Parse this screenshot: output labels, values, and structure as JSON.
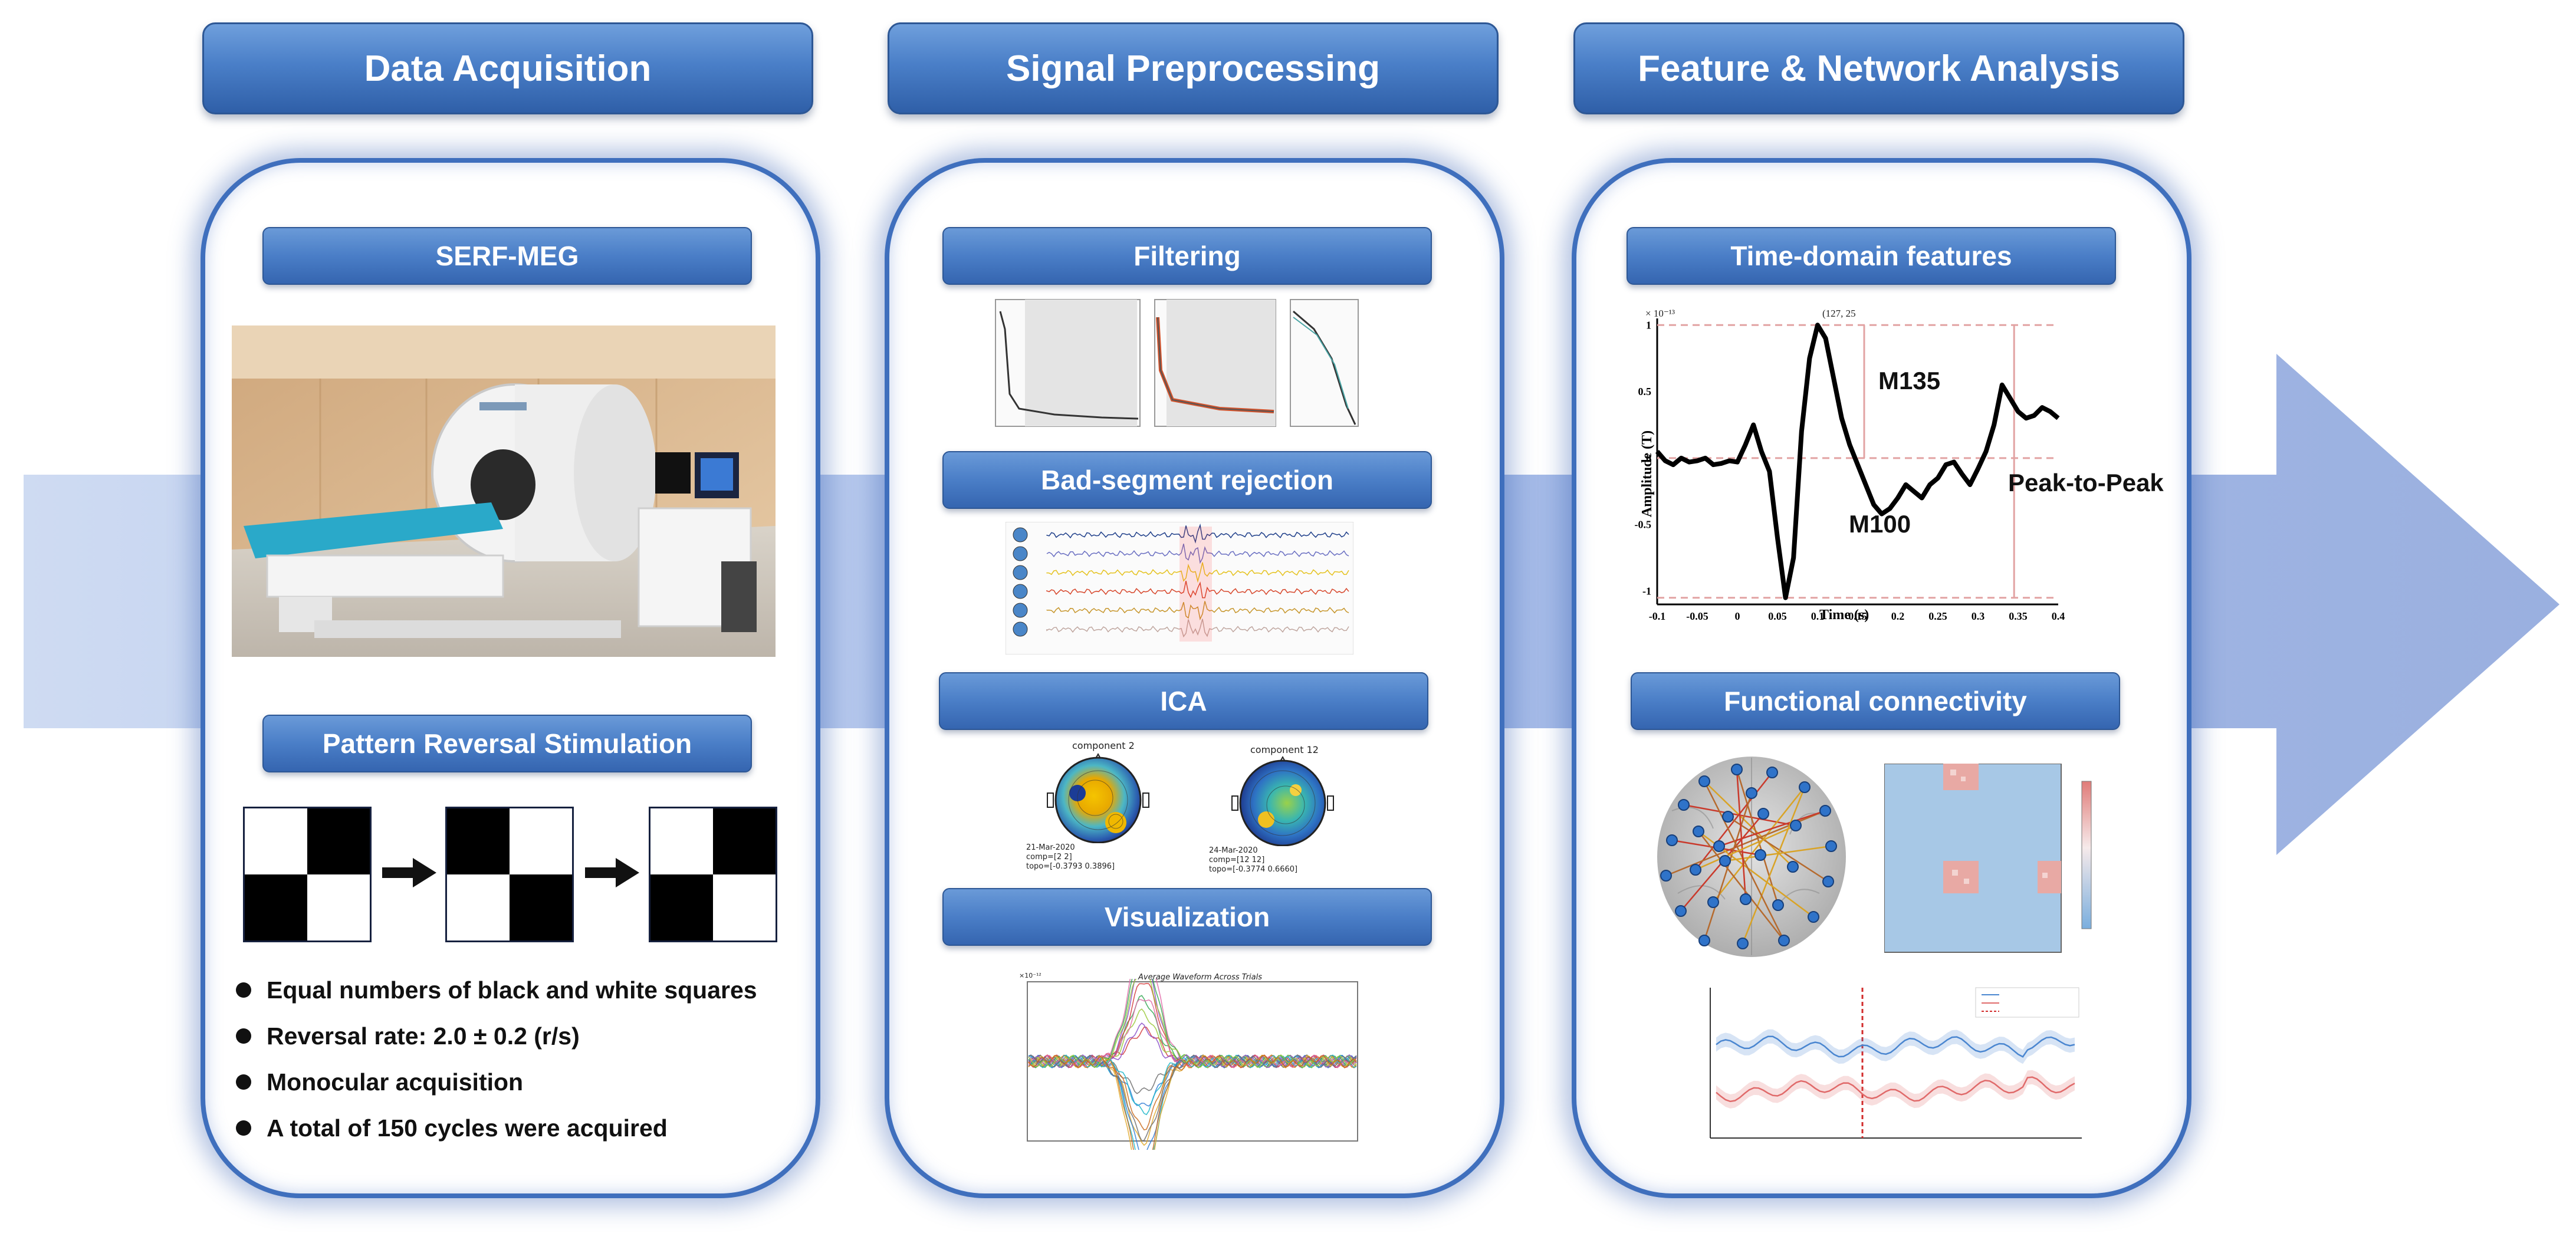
{
  "colors": {
    "header": "#4a7fc8",
    "panel_border": "#3f6fbd",
    "arrow": "#8ea9de"
  },
  "columns": [
    {
      "title": "Data Acquisition"
    },
    {
      "title": "Signal Preprocessing"
    },
    {
      "title": "Feature & Network Analysis"
    }
  ],
  "acquisition": {
    "device_label": "SERF-MEG",
    "stimulation_label": "Pattern Reversal Stimulation",
    "bullets": [
      "Equal numbers of black and white squares",
      "Reversal rate: 2.0 ± 0.2 (r/s)",
      "Monocular acquisition",
      "A total of 150 cycles were acquired"
    ]
  },
  "preprocessing": {
    "steps": [
      "Filtering",
      "Bad-segment rejection",
      "ICA",
      "Visualization"
    ],
    "ica_components": [
      {
        "title": "component 2",
        "lines": [
          "21-Mar-2020",
          "comp=[2 2]",
          "topo=[-0.3793 0.3896]"
        ]
      },
      {
        "title": "component 12",
        "lines": [
          "24-Mar-2020",
          "comp=[12 12]",
          "topo=[-0.3774 0.6660]"
        ]
      }
    ],
    "visualization_title": "Average Waveform Across Trials",
    "visualization_exponent": "×10⁻¹²"
  },
  "analysis": {
    "time_domain_label": "Time-domain features",
    "connectivity_label": "Functional connectivity",
    "waveform": {
      "ylabel": "Amplitude (T)",
      "xlabel": "Time (s)",
      "exponent": "× 10⁻¹³",
      "peak_note": "(127, 25",
      "labels": {
        "m135": "M135",
        "m100": "M100",
        "p2p": "Peak-to-Peak"
      }
    }
  },
  "chart_data": {
    "type": "line",
    "title": "",
    "xlabel": "Time (s)",
    "ylabel": "Amplitude (T)",
    "xlim": [
      -0.1,
      0.4
    ],
    "ylim": [
      -1.1,
      1.05
    ],
    "xticks": [
      "-0.1",
      "-0.05",
      "0",
      "0.05",
      "0.1",
      "0.15",
      "0.2",
      "0.25",
      "0.3",
      "0.35",
      "0.4"
    ],
    "yticks": [
      "1",
      "0.5",
      "0",
      "-0.5",
      "-1"
    ],
    "series": [
      {
        "x": [
          -0.1,
          -0.09,
          -0.08,
          -0.07,
          -0.06,
          -0.05,
          -0.04,
          -0.03,
          -0.02,
          -0.01,
          0,
          0.01,
          0.02,
          0.03,
          0.04,
          0.05,
          0.06,
          0.07,
          0.08,
          0.09,
          0.1,
          0.11,
          0.12,
          0.125,
          0.13,
          0.14,
          0.15,
          0.16,
          0.17,
          0.18,
          0.19,
          0.2,
          0.21,
          0.22,
          0.23,
          0.24,
          0.25,
          0.26,
          0.27,
          0.28,
          0.29,
          0.3,
          0.31,
          0.32,
          0.33,
          0.34,
          0.35,
          0.36,
          0.37,
          0.38,
          0.39,
          0.4
        ],
        "values": [
          0.05,
          -0.02,
          -0.05,
          0.0,
          -0.03,
          -0.02,
          0.0,
          -0.05,
          -0.04,
          -0.02,
          -0.03,
          0.1,
          0.25,
          0.05,
          -0.1,
          -0.6,
          -1.05,
          -0.75,
          0.2,
          0.75,
          1.0,
          0.9,
          0.6,
          0.45,
          0.3,
          0.1,
          -0.05,
          -0.2,
          -0.35,
          -0.42,
          -0.38,
          -0.3,
          -0.2,
          -0.25,
          -0.3,
          -0.2,
          -0.15,
          -0.05,
          -0.03,
          -0.12,
          -0.2,
          -0.08,
          0.05,
          0.25,
          0.55,
          0.45,
          0.35,
          0.3,
          0.32,
          0.38,
          0.35,
          0.3
        ]
      }
    ],
    "reference_levels": [
      1.0,
      0.0,
      -1.05
    ]
  }
}
